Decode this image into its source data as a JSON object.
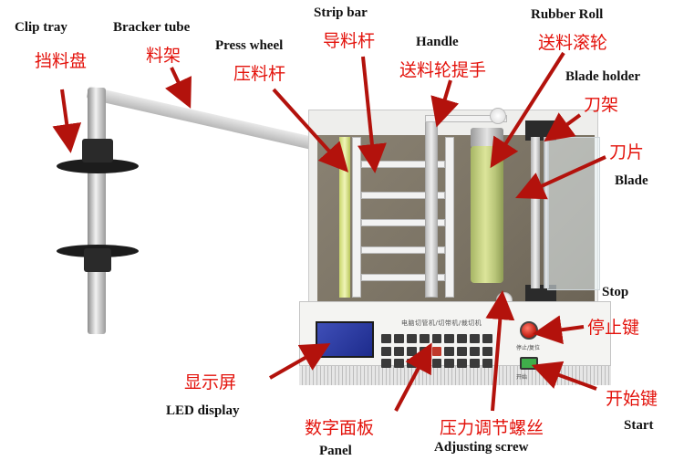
{
  "labels": {
    "clip_tray": {
      "en": "Clip tray",
      "zh": "挡料盘"
    },
    "bracket_tube": {
      "en": "Bracker tube",
      "zh": "料架"
    },
    "press_wheel": {
      "en": "Press wheel",
      "zh": "压料杆"
    },
    "strip_bar": {
      "en": "Strip bar",
      "zh": "导料杆"
    },
    "handle": {
      "en": "Handle",
      "zh": "送料轮提手"
    },
    "rubber_roll": {
      "en": "Rubber Roll",
      "zh": "送料滚轮"
    },
    "blade_holder": {
      "en": "Blade holder",
      "zh": "刀架"
    },
    "blade": {
      "en": "Blade",
      "zh": "刀片"
    },
    "stop": {
      "en": "Stop",
      "zh": "停止键"
    },
    "led_display": {
      "en": "LED display",
      "zh": "显示屏"
    },
    "panel": {
      "en": "Panel",
      "zh": "数字面板"
    },
    "adjusting_screw": {
      "en": "Adjusting screw",
      "zh": "压力调节螺丝"
    },
    "start": {
      "en": "Start",
      "zh": "开始键"
    }
  },
  "panel_text": {
    "title": "电脑切管机/切带机/裁切机",
    "stop_label": "停止/复位",
    "start_label": "开始"
  },
  "colors": {
    "annotation_red": "#e3120b",
    "label_black": "#111111",
    "roll_green": "#c8d47f",
    "lcd_blue": "#2a39a3",
    "stop_red": "#c0180d",
    "start_green": "#3fae4a"
  }
}
